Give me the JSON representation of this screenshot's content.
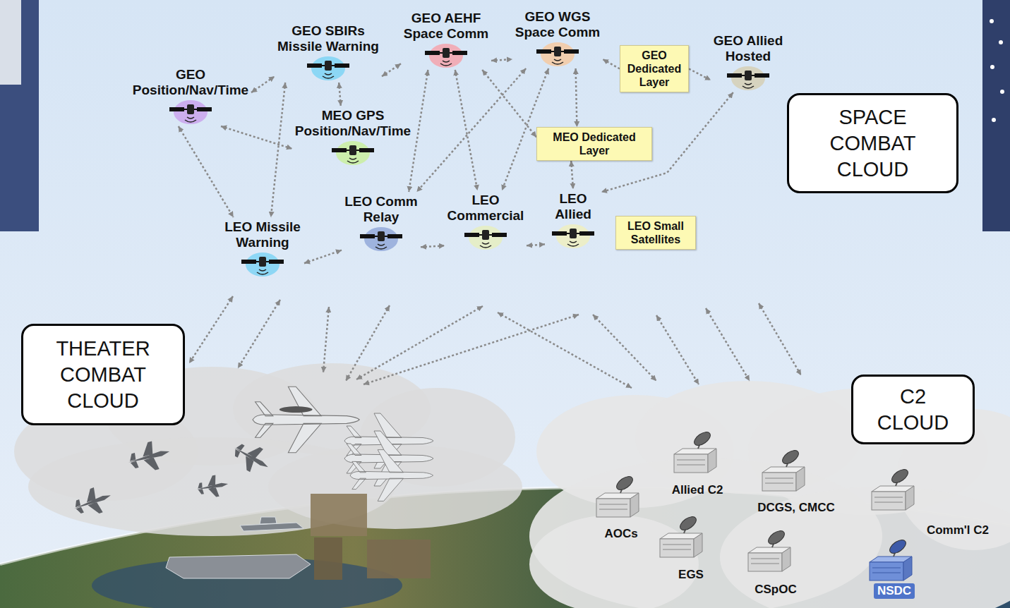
{
  "diagram": {
    "nodes": [
      {
        "text": [
          "GEO Position/Nav/Time"
        ]
      },
      {
        "text": [
          "GEO SBIRs Missile Warning"
        ]
      },
      {
        "text": [
          "GEO AEHF Space Comm"
        ]
      },
      {
        "text": [
          "GEO WGS Space Comm"
        ]
      },
      {
        "text": [
          "GEO Dedicated Layer"
        ]
      },
      {
        "text": [
          "GEO Allied Hosted"
        ]
      },
      {
        "text": [
          "SPACE COMBAT CLOUD"
        ]
      },
      {
        "text": [
          "MEO GPS Position/Nav/Time"
        ]
      },
      {
        "text": [
          "MEO Dedicated Layer"
        ]
      },
      {
        "text": [
          "LEO Missile Warning"
        ]
      },
      {
        "text": [
          "LEO Comm Relay"
        ]
      },
      {
        "text": [
          "LEO Commercial"
        ]
      },
      {
        "text": [
          "LEO Allied"
        ]
      },
      {
        "text": [
          "LEO Small Satellites"
        ]
      },
      {
        "text": [
          "THEATER COMBAT CLOUD"
        ]
      },
      {
        "text": [
          "C2 CLOUD"
        ]
      }
    ],
    "edges": [
      {
        "from": 0,
        "to": 1,
        "arrow": "both"
      },
      {
        "from": 1,
        "to": 2,
        "arrow": "both"
      },
      {
        "from": 2,
        "to": 3,
        "arrow": "both"
      },
      {
        "from": 0,
        "to": 7,
        "arrow": "both"
      },
      {
        "from": 0,
        "to": 9,
        "arrow": "both"
      },
      {
        "from": 1,
        "to": 9,
        "arrow": "both"
      },
      {
        "from": 1,
        "to": 7,
        "arrow": "both"
      },
      {
        "from": 2,
        "to": 10,
        "arrow": "both"
      },
      {
        "from": 2,
        "to": 11,
        "arrow": "both"
      },
      {
        "from": 3,
        "to": 10,
        "arrow": "both"
      },
      {
        "from": 3,
        "to": 11,
        "arrow": "both"
      },
      {
        "from": 3,
        "to": 8,
        "arrow": "both"
      },
      {
        "from": 2,
        "to": 8,
        "arrow": "both"
      },
      {
        "from": 8,
        "to": 12,
        "arrow": "both"
      },
      {
        "from": 5,
        "to": 12,
        "arrow": "both"
      },
      {
        "from": 9,
        "to": 10,
        "arrow": "both"
      },
      {
        "from": 10,
        "to": 11,
        "arrow": "both"
      },
      {
        "from": 11,
        "to": 12,
        "arrow": "both"
      },
      {
        "from": 4,
        "to": 3,
        "arrow": "to"
      },
      {
        "from": 4,
        "to": 5,
        "arrow": "to"
      }
    ],
    "labels": [
      "Allied C2",
      "DCGS, CMCC",
      "Comm'l C2",
      "AOCs",
      "EGS",
      "CSpOC",
      "NSDC"
    ]
  }
}
